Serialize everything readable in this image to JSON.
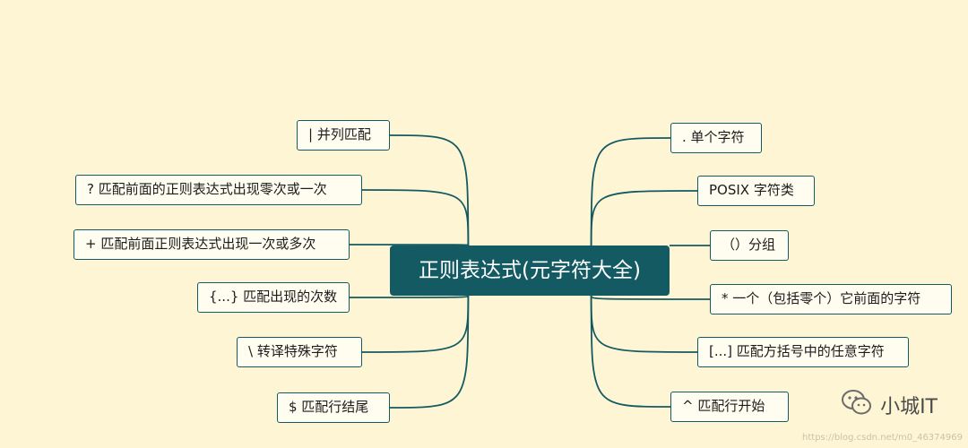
{
  "center": {
    "label": "正则表达式(元字符大全)"
  },
  "left_nodes": [
    {
      "label": "|  并列匹配"
    },
    {
      "label": "?  匹配前面的正则表达式出现零次或一次"
    },
    {
      "label": "+  匹配前面正则表达式出现一次或多次"
    },
    {
      "label": "{...}  匹配出现的次数"
    },
    {
      "label": "\\  转译特殊字符"
    },
    {
      "label": "$  匹配行结尾"
    }
  ],
  "right_nodes": [
    {
      "label": ".  单个字符"
    },
    {
      "label": "POSIX  字符类"
    },
    {
      "label": "（）分组"
    },
    {
      "label": "*  一个（包括零个）它前面的字符"
    },
    {
      "label": "[...]  匹配方括号中的任意字符"
    },
    {
      "label": "^   匹配行开始"
    }
  ],
  "watermark": {
    "text": "小城IT",
    "icon": "wechat-icon",
    "url": "https://blog.csdn.net/m0_46374969"
  },
  "colors": {
    "background": "#fdf5d3",
    "accent": "#135a62",
    "node_fill": "#fffcf0"
  }
}
